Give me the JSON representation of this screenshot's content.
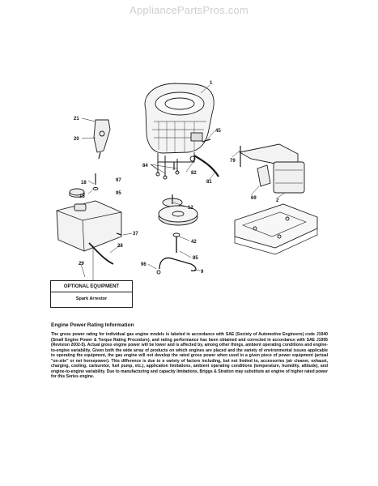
{
  "watermark": "AppliancePartsPros.com",
  "callouts": {
    "c1": "1",
    "c21": "21",
    "c20": "20",
    "c45": "45",
    "c79": "79",
    "c84": "84",
    "c82": "82",
    "c81": "81",
    "c18": "18",
    "c97": "97",
    "c15": "15",
    "c95": "95",
    "c12": "12",
    "c69": "69",
    "c2": "2",
    "c37": "37",
    "c28": "28",
    "c42": "42",
    "c29": "29",
    "c85": "85",
    "c96": "96",
    "c9": "9"
  },
  "optional_equipment": {
    "title": "OPTIONAL EQUIPMENT",
    "item": "Spark Arrestor"
  },
  "rating": {
    "title": "Engine Power Rating Information",
    "body": "The gross power rating for individual gas engine models is labeled in accordance with SAE (Society of Automotive Engineers) code J1940 (Small Engine Power & Torque Rating Procedure), and rating performance has been obtained and corrected in accordance with SAE J1995 (Revision 2002-5). Actual gross engine power will be lower and is affected by, among other things, ambient operating conditions and engine-to-engine variability. Given both the wide array of products on which engines are placed and the variety of environmental issues applicable to operating the equipment, the gas engine will not develop the rated gross power when used in a given piece of power equipment (actual \"on-site\" or net horsepower). This difference is due to a variety of factors including, but not limited to, accessories (air cleaner, exhaust, charging, cooling, carburetor, fuel pump, etc.), application limitations, ambient operating conditions (temperature, humidity, altitude), and engine-to-engine variability. Due to manufacturing and capacity limitations, Briggs & Stratton may substitute an engine of higher rated power for this Series engine."
  }
}
